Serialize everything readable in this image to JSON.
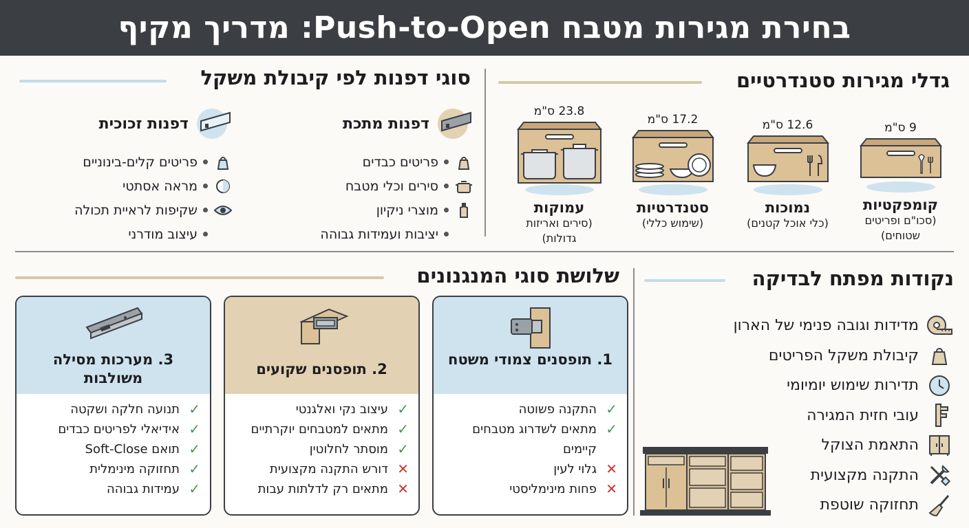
{
  "header": {
    "title": "בחירת מגירות מטבח Push-to-Open: מדריך מקיף"
  },
  "sizes": {
    "title": "גדלי מגירות סטנדרטיים",
    "items": [
      {
        "dim": "9 ס\"מ",
        "name": "קומפקטיות",
        "desc": "(סכו\"ם ופריטים שטוחים)"
      },
      {
        "dim": "12.6 ס\"מ",
        "name": "נמוכות",
        "desc": "(כלי אוכל קטנים)"
      },
      {
        "dim": "17.2 ס\"מ",
        "name": "סטנדרטיות",
        "desc": "(שימוש כללי)"
      },
      {
        "dim": "23.8 ס\"מ",
        "name": "עמוקות",
        "desc": "(סירים ואריזות גדולות)"
      }
    ]
  },
  "slides": {
    "title": "סוגי דפנות לפי קיבולת משקל",
    "metal": {
      "title": "דפנות מתכת",
      "items": [
        "פריטים כבדים",
        "סירים וכלי מטבח",
        "מוצרי ניקיון",
        "יציבות ועמידות גבוהה"
      ]
    },
    "glass": {
      "title": "דפנות זכוכית",
      "items": [
        "פריטים קלים-בינוניים",
        "מראה אסתטי",
        "שקיפות לראיית תכולה",
        "עיצוב מודרני"
      ]
    }
  },
  "checklist": {
    "title": "נקודות מפתח לבדיקה",
    "items": [
      {
        "text": "מדידות וגובה פנימי של הארון",
        "icon": "tape-measure-icon"
      },
      {
        "text": "קיבולת משקל הפריטים",
        "icon": "weight-icon"
      },
      {
        "text": "תדירות שימוש יומיומי",
        "icon": "clock-icon"
      },
      {
        "text": "עובי חזית המגירה",
        "icon": "caliper-icon"
      },
      {
        "text": "התאמת הצוקל",
        "icon": "cabinet-icon"
      },
      {
        "text": "התקנה מקצועית",
        "icon": "tools-icon"
      },
      {
        "text": "תחזוקה שוטפת",
        "icon": "broom-icon"
      }
    ]
  },
  "mechanisms": {
    "title": "שלושת סוגי המנגנונים",
    "cards": [
      {
        "title": "1. תופסנים צמודי משטח",
        "items": [
          {
            "ok": true,
            "text": "התקנה פשוטה"
          },
          {
            "ok": true,
            "text": "מתאים לשדרוג מטבחים קיימים"
          },
          {
            "ok": false,
            "text": "גלוי לעין"
          },
          {
            "ok": false,
            "text": "פחות מינימליסטי"
          }
        ]
      },
      {
        "title": "2. תופסנים שקועים",
        "items": [
          {
            "ok": true,
            "text": "עיצוב נקי ואלגנטי"
          },
          {
            "ok": true,
            "text": "מתאים למטבחים יוקרתיים"
          },
          {
            "ok": true,
            "text": "מוסתר לחלוטין"
          },
          {
            "ok": false,
            "text": "דורש התקנה מקצועית"
          },
          {
            "ok": false,
            "text": "מתאים רק לדלתות עבות"
          }
        ]
      },
      {
        "title": "3. מערכות מסילה משולבות",
        "items": [
          {
            "ok": true,
            "text": "תנועה חלקה ושקטה"
          },
          {
            "ok": true,
            "text": "אידיאלי לפריטים כבדים"
          },
          {
            "ok": true,
            "text": "תואם Soft-Close"
          },
          {
            "ok": true,
            "text": "תחזוקה מינימלית"
          },
          {
            "ok": true,
            "text": "עמידות גבוהה"
          }
        ]
      }
    ]
  },
  "marks": {
    "ok": "✓",
    "no": "✕"
  }
}
